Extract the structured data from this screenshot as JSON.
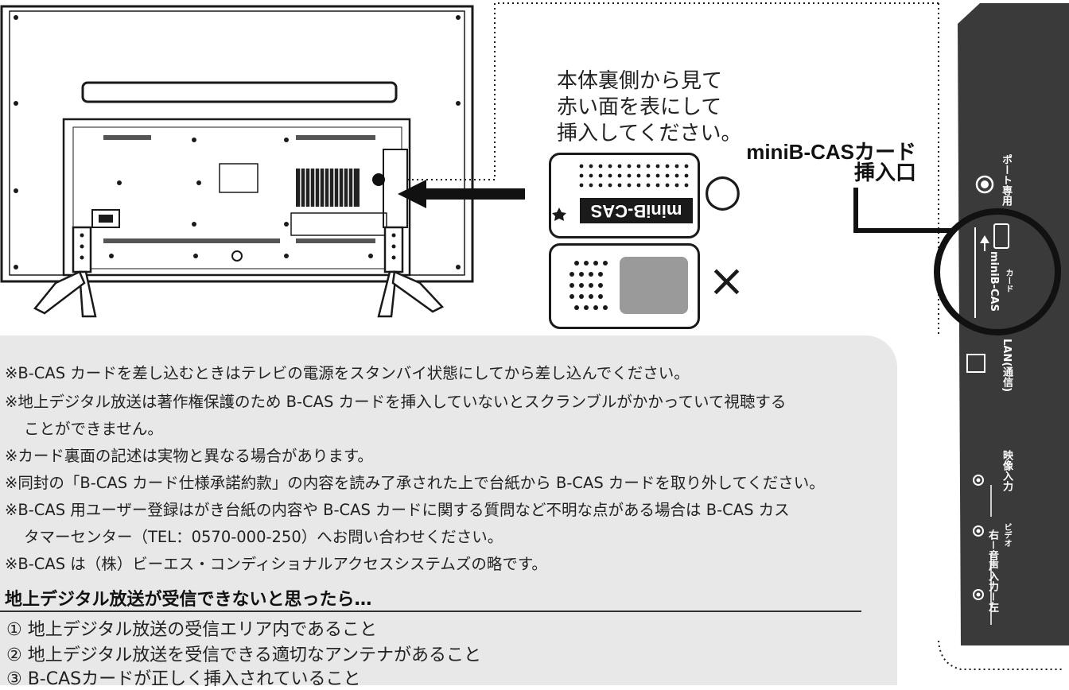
{
  "instruction": {
    "line1": "本体裏側から見て",
    "line2": "赤い面を表にして",
    "line3": "挿入してください。"
  },
  "card": {
    "label": "miniB-CAS",
    "correct_mark": "○",
    "wrong_mark": "×"
  },
  "slot": {
    "title_line1": "miniB-CASカード",
    "title_line2": "挿入口"
  },
  "side_panel": {
    "port_label": "ポート専用",
    "card_label": "miniB-CAS",
    "card_sub": "カード",
    "lan_label": "LAN(通信)",
    "video_label": "映像入力",
    "video_sub": "ビデオ",
    "audio_label": "右－音声入力－左"
  },
  "notes": [
    "※B-CAS カードを差し込むときはテレビの電源をスタンバイ状態にしてから差し込んでください。",
    "※地上デジタル放送は著作権保護のため B-CAS カードを挿入していないとスクランブルがかかっていて視聴する",
    "ことができません。",
    "※カード裏面の記述は実物と異なる場合があります。",
    "※同封の「B-CAS カード仕様承諾約款」の内容を読み了承された上で台紙から B-CAS カードを取り外してください。",
    "※B-CAS 用ユーザー登録はがき台紙の内容や B-CAS カードに関する質問など不明な点がある場合は B-CAS カス",
    "タマーセンター（TEL：0570-000-250）へお問い合わせください。",
    "※B-CAS は（株）ビーエス・コンディショナルアクセスシステムズの略です。"
  ],
  "troubleshoot": {
    "title": "地上デジタル放送が受信できないと思ったら…",
    "items": [
      "① 地上デジタル放送の受信エリア内であること",
      "② 地上デジタル放送を受信できる適切なアンテナがあること",
      "③ B-CASカードが正しく挿入されていること"
    ]
  }
}
